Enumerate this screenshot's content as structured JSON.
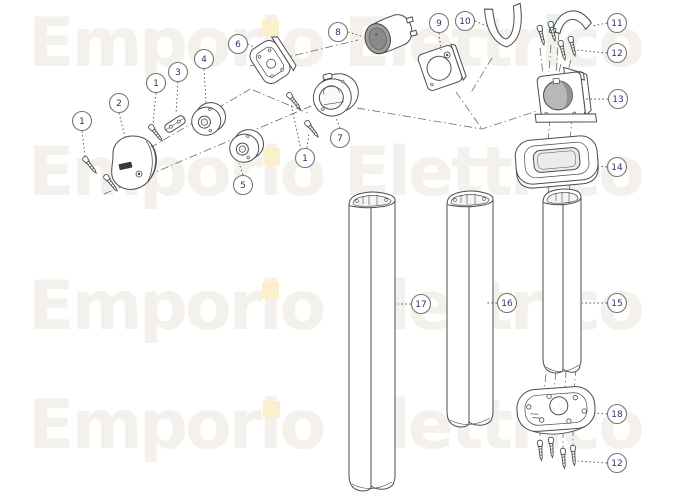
{
  "watermark": {
    "text": "Emporio Elettrico",
    "rows": 4,
    "text_color": "#f4f1ed",
    "i_dot_yellow": "#fcf0cc",
    "i_dot_blue": "#e7f1f7"
  },
  "callouts": [
    {
      "label": "1"
    },
    {
      "label": "2"
    },
    {
      "label": "1"
    },
    {
      "label": "3"
    },
    {
      "label": "4"
    },
    {
      "label": "6"
    },
    {
      "label": "5"
    },
    {
      "label": "7"
    },
    {
      "label": "1"
    },
    {
      "label": "8"
    },
    {
      "label": "9"
    },
    {
      "label": "10"
    },
    {
      "label": "11"
    },
    {
      "label": "12"
    },
    {
      "label": "13"
    },
    {
      "label": "14"
    },
    {
      "label": "15"
    },
    {
      "label": "16"
    },
    {
      "label": "17"
    },
    {
      "label": "18"
    },
    {
      "label": "12"
    }
  ],
  "colors": {
    "background": "#ffffff",
    "line": "#4d4d4d",
    "callout_ring": "#777777",
    "callout_number": "#25356b",
    "socket_face_gray": "#9c9c9c",
    "opening_gray": "#b8b8b8"
  }
}
